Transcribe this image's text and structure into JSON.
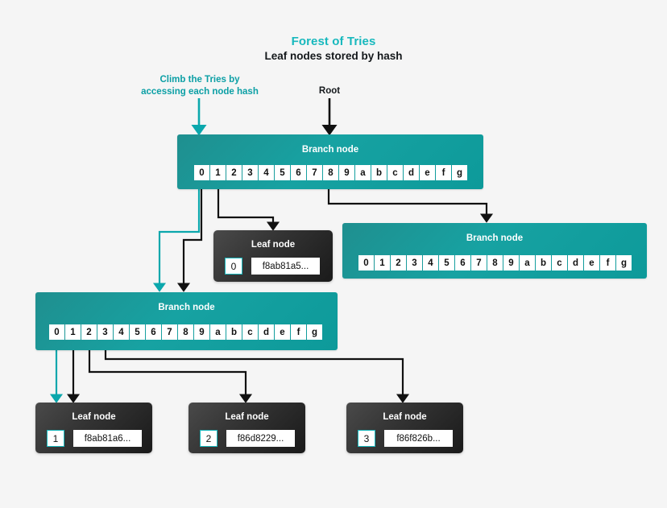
{
  "page": {
    "background": "#f5f5f5",
    "accent_teal": "#17b8bd",
    "branch_teal": "#17a2a2",
    "leaf_dark": "#2d2d2d"
  },
  "header": {
    "title": "Forest of Tries",
    "subtitle": "Leaf nodes stored by hash"
  },
  "annotations": [
    {
      "id": "climb",
      "text": "Climb the Tries by\naccessing each node hash",
      "color": "#0b9fa5"
    },
    {
      "id": "root",
      "text": "Root",
      "color": "#14181b"
    }
  ],
  "nibbles": [
    "0",
    "1",
    "2",
    "3",
    "4",
    "5",
    "6",
    "7",
    "8",
    "9",
    "a",
    "b",
    "c",
    "d",
    "e",
    "f",
    "g"
  ],
  "branch_nodes": [
    {
      "id": "branch-root",
      "label": "Branch node",
      "cells": [
        "0",
        "1",
        "2",
        "3",
        "4",
        "5",
        "6",
        "7",
        "8",
        "9",
        "a",
        "b",
        "c",
        "d",
        "e",
        "f",
        "g"
      ]
    },
    {
      "id": "branch-right",
      "label": "Branch node",
      "cells": [
        "0",
        "1",
        "2",
        "3",
        "4",
        "5",
        "6",
        "7",
        "8",
        "9",
        "a",
        "b",
        "c",
        "d",
        "e",
        "f",
        "g"
      ]
    },
    {
      "id": "branch-left",
      "label": "Branch node",
      "cells": [
        "0",
        "1",
        "2",
        "3",
        "4",
        "5",
        "6",
        "7",
        "8",
        "9",
        "a",
        "b",
        "c",
        "d",
        "e",
        "f",
        "g"
      ]
    }
  ],
  "leaf_nodes": [
    {
      "id": "leaf-0",
      "label": "Leaf node",
      "index": "0",
      "hash": "f8ab81a5..."
    },
    {
      "id": "leaf-1",
      "label": "Leaf node",
      "index": "1",
      "hash": "f8ab81a6..."
    },
    {
      "id": "leaf-2",
      "label": "Leaf node",
      "index": "2",
      "hash": "f86d8229..."
    },
    {
      "id": "leaf-3",
      "label": "Leaf node",
      "index": "3",
      "hash": "f86f826b..."
    }
  ]
}
